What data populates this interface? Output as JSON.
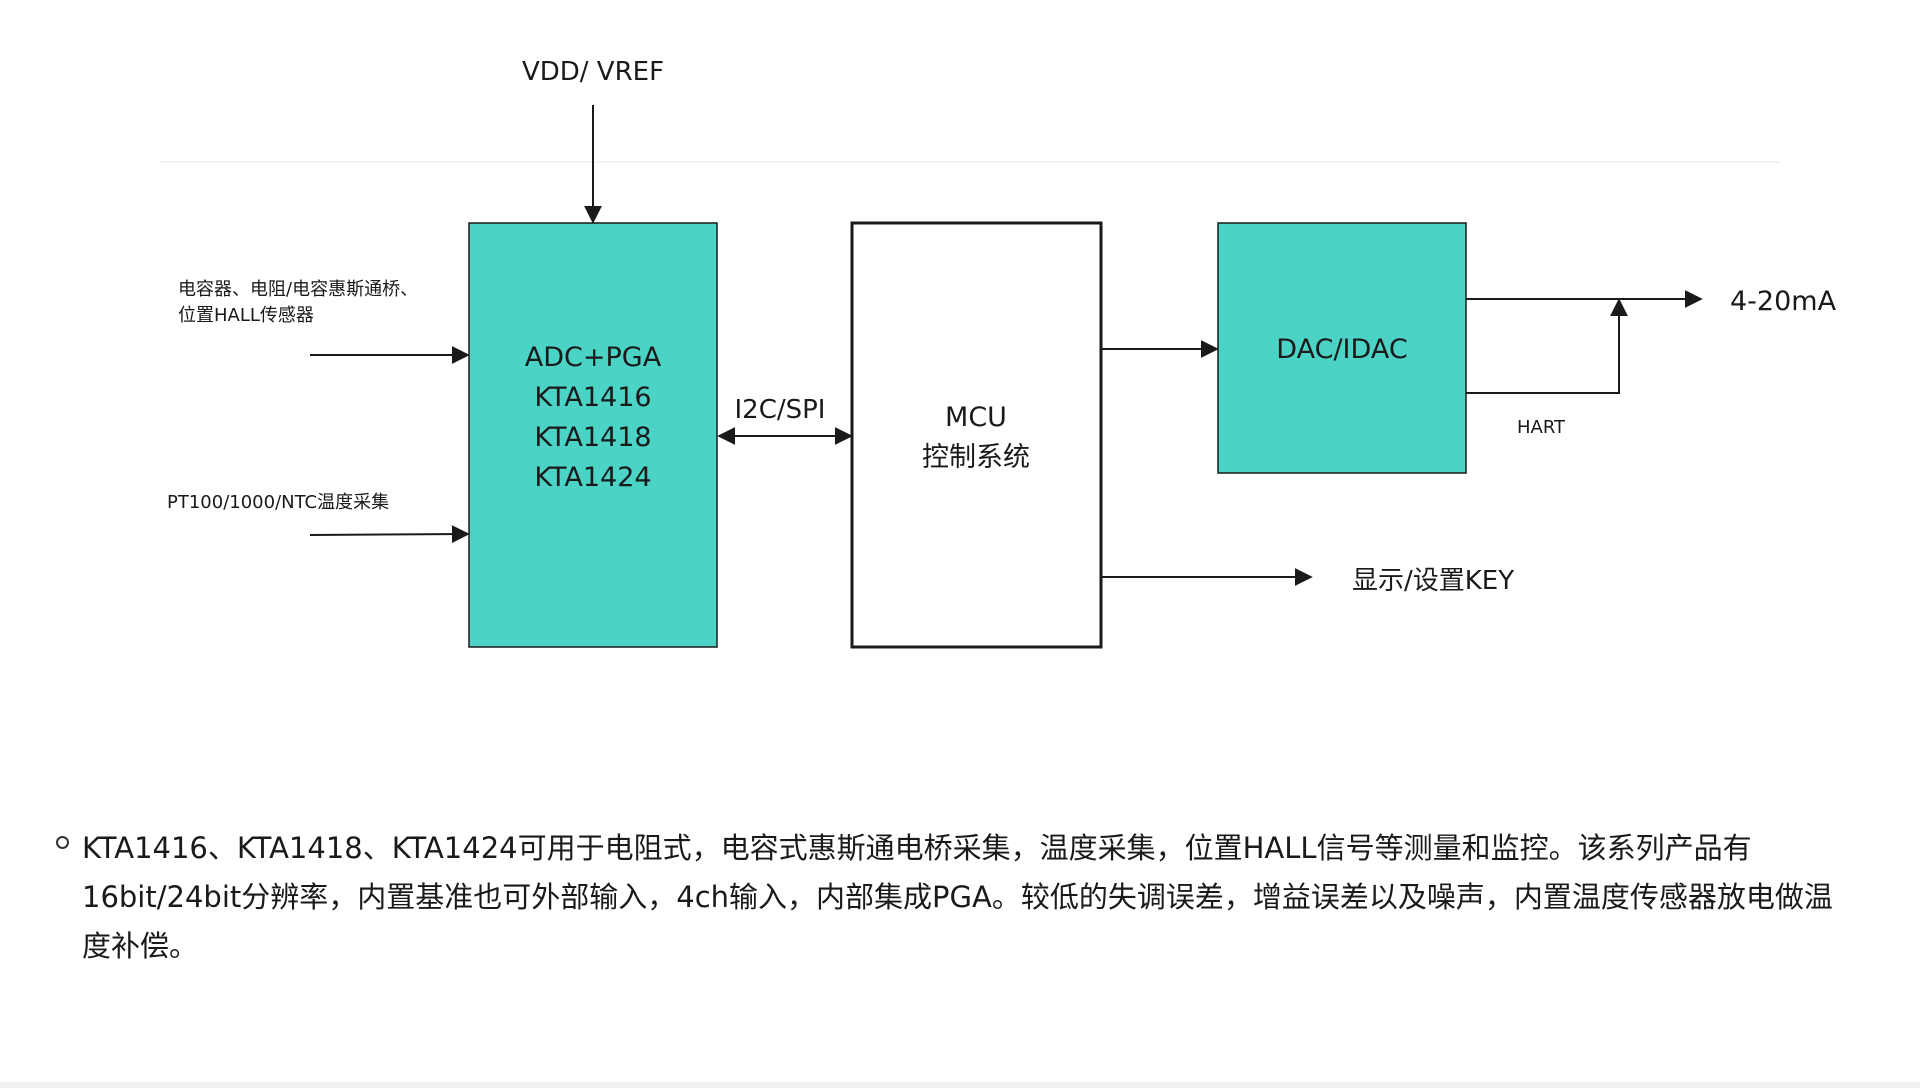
{
  "colors": {
    "accent_fill": "#4bd3c5",
    "stroke": "#1a1a1a",
    "box_fill_white": "#ffffff"
  },
  "diagram": {
    "power_label": "VDD/ VREF",
    "input_sensor_line1": "电容器、电阻/电容惠斯通桥、",
    "input_sensor_line2": "位置HALL传感器",
    "input_temp": "PT100/1000/NTC温度采集",
    "adc_block": {
      "line1": "ADC+PGA",
      "line2": "KTA1416",
      "line3": "KTA1418",
      "line4": "KTA1424"
    },
    "bus_label": "I2C/SPI",
    "mcu_block": {
      "line1": "MCU",
      "line2": "控制系统"
    },
    "dac_block": {
      "line1": "DAC/IDAC"
    },
    "output_current": "4-20mA",
    "hart_label": "HART",
    "display_label": "显示/设置KEY"
  },
  "description": {
    "text": "KTA1416、KTA1418、KTA1424可用于电阻式，电容式惠斯通电桥采集，温度采集，位置HALL信号等测量和监控。该系列产品有16bit/24bit分辨率，内置基准也可外部输入，4ch输入，内部集成PGA。较低的失调误差，增益误差以及噪声，内置温度传感器放电做温度补偿。"
  }
}
